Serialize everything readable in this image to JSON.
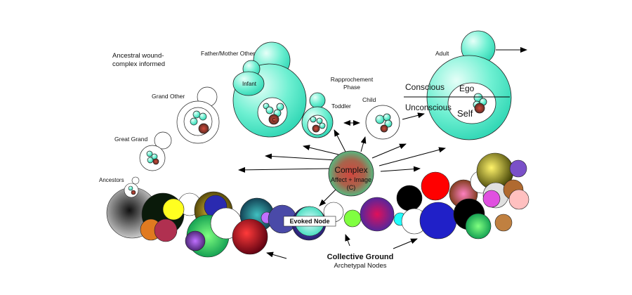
{
  "labels": {
    "ancestral_line1": "Ancestral wound-",
    "ancestral_line2": "complex informed",
    "father_mother_other": "Father/Mother Other",
    "infant": "Infant",
    "grand_other": "Grand Other",
    "great_grand": "Great Grand",
    "ancestors": "Ancestors",
    "rapprochement_line1": "Rapprochement",
    "rapprochement_line2": "Phase",
    "toddler": "Toddler",
    "child": "Child",
    "adult": "Adult",
    "conscious": "Conscious",
    "unconscious": "Unconscious",
    "ego": "Ego",
    "self": "Self",
    "complex_title": "Complex",
    "complex_sub": "Affect + Image",
    "complex_c": "(C)",
    "small_c": "C",
    "evoked_node": "Evoked Node",
    "collective_ground": "Collective Ground",
    "archetypal_nodes": "Archetypal Nodes"
  },
  "colors": {
    "aqua": "#3fe8c8",
    "aqua_light": "#dcfff5",
    "complex_red": "#c0463a",
    "complex_green": "#4cc690",
    "evoked_blue": "#2e3f9a"
  }
}
